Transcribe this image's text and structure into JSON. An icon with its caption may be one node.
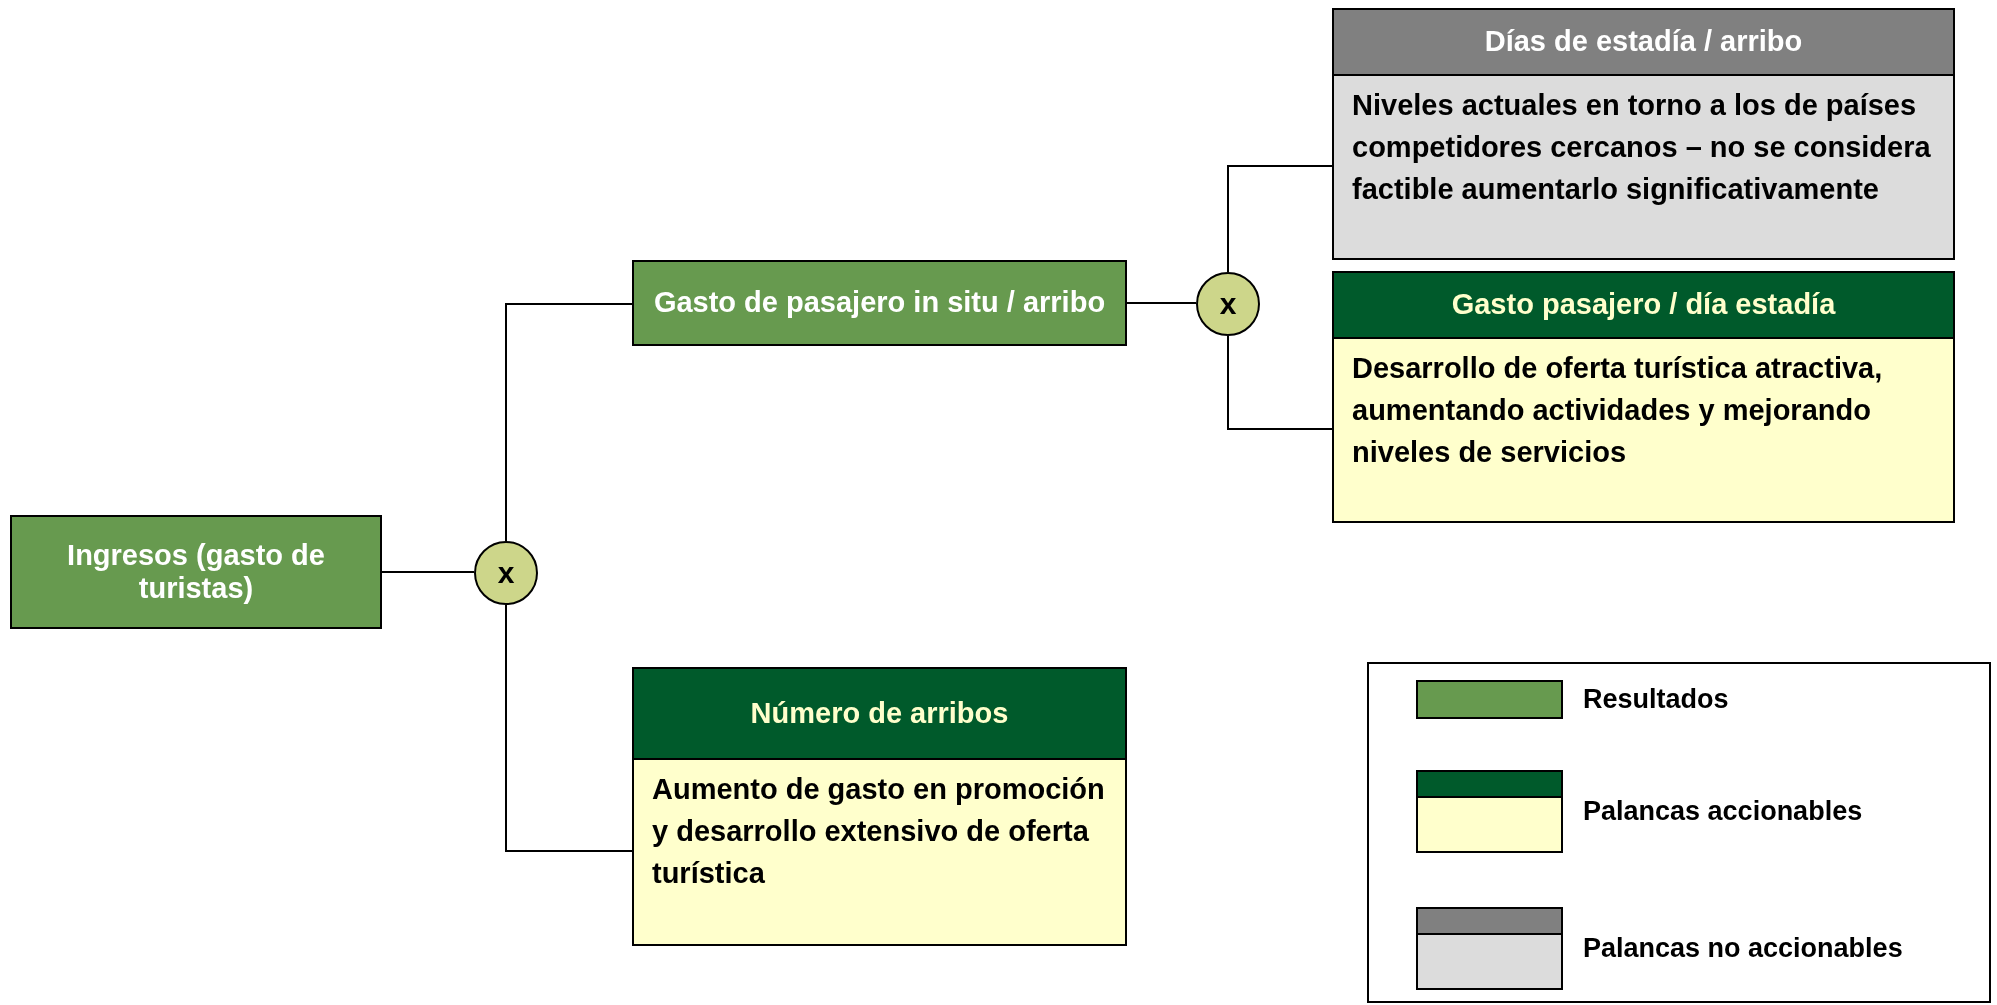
{
  "diagram": {
    "nodes": [
      {
        "text": [
          "Ingresos (gasto de turistas)"
        ]
      },
      {
        "text": [
          "x"
        ]
      },
      {
        "text": [
          "Gasto de pasajero in situ / arribo"
        ]
      },
      {
        "text": [
          "x"
        ]
      },
      {
        "text": [
          "Días de estadía / arribo",
          "Niveles actuales en torno a los de países competidores cercanos – no se considera factible aumentarlo significativamente"
        ]
      },
      {
        "text": [
          "Gasto pasajero / día estadía",
          "Desarrollo de oferta turística atractiva, aumentando actividades y mejorando niveles de servicios"
        ]
      },
      {
        "text": [
          "Número de arribos",
          "Aumento de gasto en promoción y desarrollo extensivo de oferta turística"
        ]
      }
    ],
    "edges": [
      {
        "from": 0,
        "to": 1,
        "arrow": "none"
      },
      {
        "from": 1,
        "to": 2,
        "arrow": "none"
      },
      {
        "from": 1,
        "to": 6,
        "arrow": "none"
      },
      {
        "from": 2,
        "to": 3,
        "arrow": "none"
      },
      {
        "from": 3,
        "to": 4,
        "arrow": "none"
      },
      {
        "from": 3,
        "to": 5,
        "arrow": "none"
      }
    ],
    "legend": [
      {
        "text": "Resultados",
        "color": "#679a4f"
      },
      {
        "text": "Palancas accionables"
      },
      {
        "text": "Palancas no accionables"
      }
    ]
  }
}
